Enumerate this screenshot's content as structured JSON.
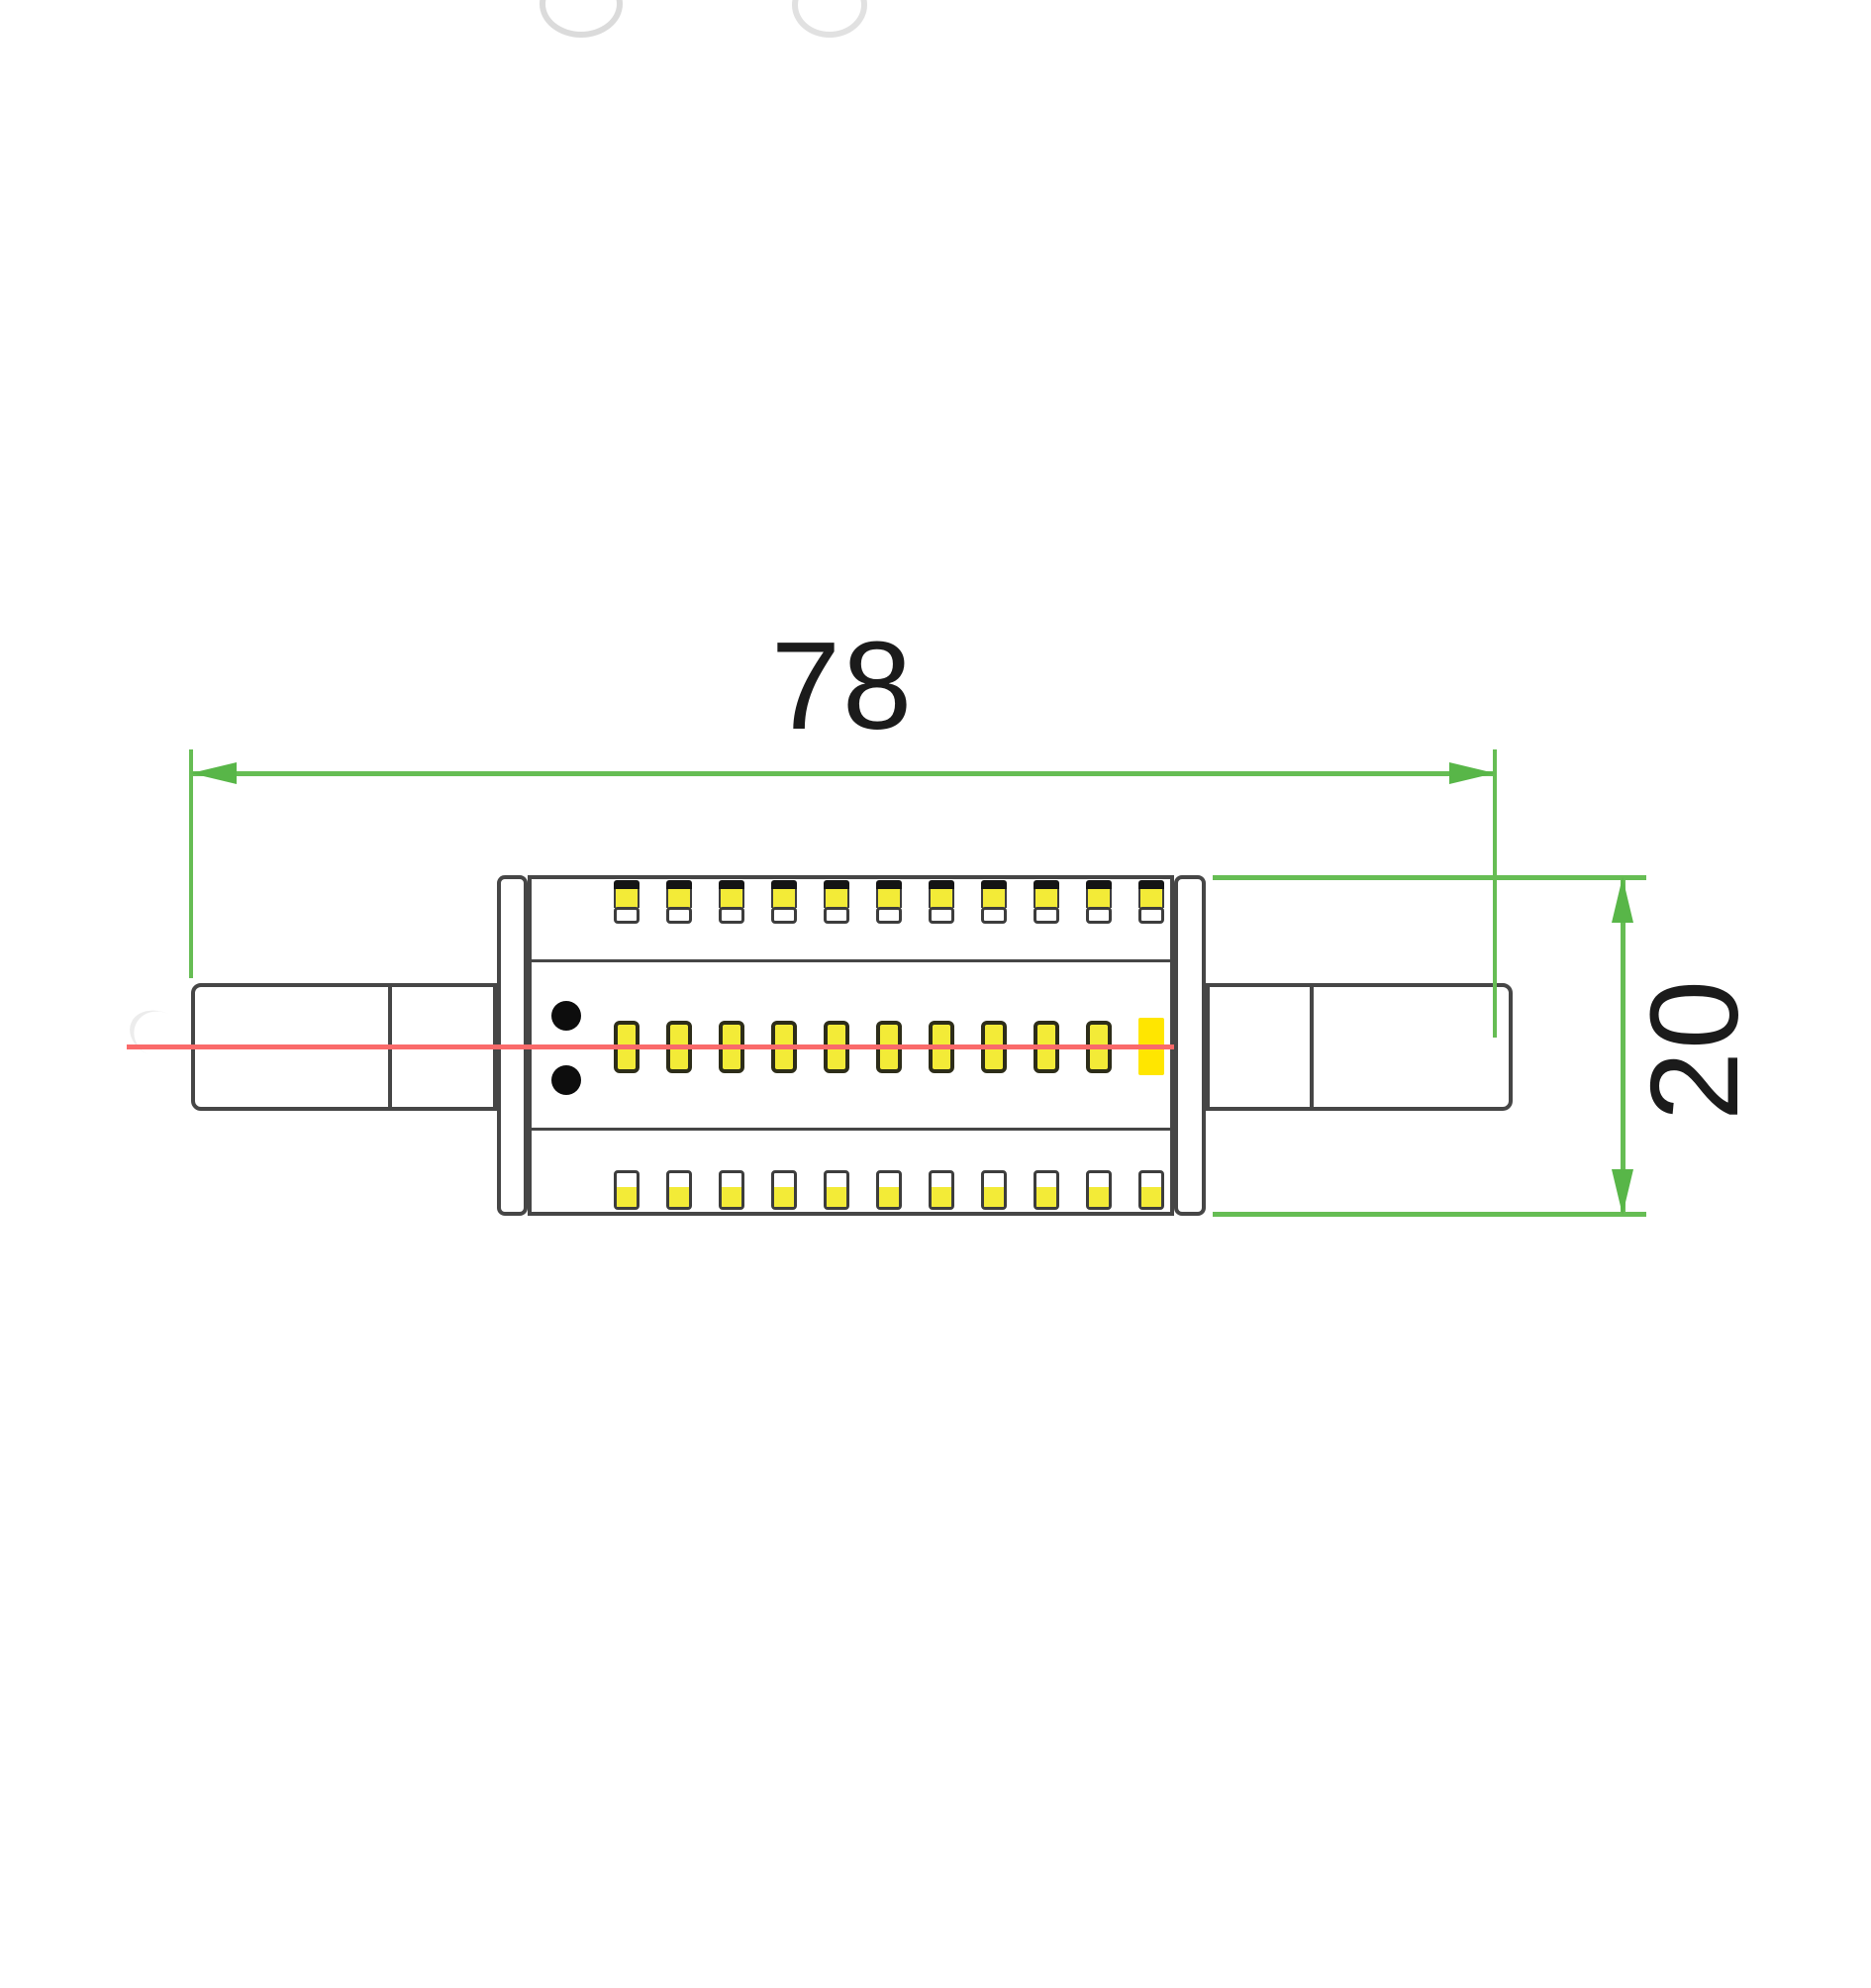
{
  "dimensions": {
    "length": {
      "value": "78"
    },
    "diameter": {
      "value": "20"
    }
  },
  "colors": {
    "dimension_green": "#58b648",
    "dimension_green_line": "#66bd54",
    "centerline_red": "#fa6a6a",
    "body_outline_gray": "#464646",
    "chip_outline": "#3d3d3d",
    "chip_middle_outline": "#2d2d19",
    "led_yellow": "#f3eb37",
    "led_yellow_bright": "#ffe600",
    "chip_top_bar_black": "#141414",
    "dot_black": "#0d0d0d",
    "label_black": "#1b1b1b",
    "background": "#ffffff"
  },
  "leds": {
    "rows": [
      {
        "name": "top",
        "count": 11
      },
      {
        "name": "middle",
        "count": 11,
        "last_chip_bright": true
      },
      {
        "name": "bottom",
        "count": 11
      }
    ]
  },
  "solder_dots": {
    "count": 2
  },
  "pins": {
    "left": true,
    "right": true
  }
}
